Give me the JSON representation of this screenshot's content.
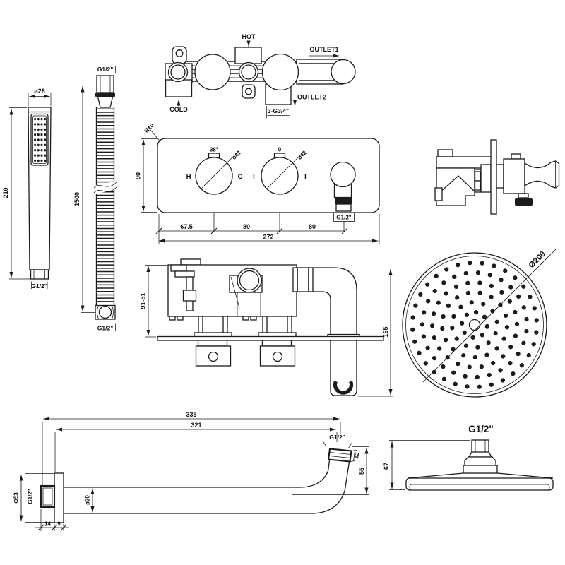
{
  "title": "Thermostatic shower system technical drawing",
  "colors": {
    "background": "#ffffff",
    "line": "#1b1b1b"
  },
  "views": {
    "handshower": {
      "dim_diameter": "ø28",
      "dim_length": "210",
      "dim_thread": "G1/2\""
    },
    "hose": {
      "dim_thread_top": "G1/2\"",
      "dim_length": "1500",
      "dim_thread_bottom": "G1/2\""
    },
    "valve_body": {
      "label_hot": "HOT",
      "label_cold": "COLD",
      "label_outlet1": "OUTLET1",
      "label_outlet2": "OUTLET2",
      "dim_ports": "3-G3/4\""
    },
    "valve_trim": {
      "dim_corner": "R10",
      "dim_height": "90",
      "label_temp": "38°",
      "dim_knob1": "ø42",
      "label_h": "H",
      "label_c": "C",
      "label_zero": "0",
      "dim_knob2": "ø42",
      "label_i1": "I",
      "label_i2": "I",
      "dim_outlet_thread": "G1/2\"",
      "dim_seg1": "67.5",
      "dim_seg2": "80",
      "dim_seg3": "80",
      "dim_total": "272"
    },
    "valve_side": {
      "dim_depth": "91-81",
      "dim_height": "165"
    },
    "head_face": {
      "dim_diameter": "Ø200"
    },
    "arm": {
      "dim_total": "335",
      "dim_length": "321",
      "dim_thread": "G1/2\"",
      "dim_tip": "12",
      "dim_drop": "55",
      "dim_tube": "ø20",
      "dim_flange": "Φ53",
      "dim_wall_thread": "G1/2\"",
      "dim_esc": "14",
      "dim_plate": "9"
    },
    "head_side": {
      "dim_thread": "G1/2\"",
      "dim_height": "67"
    }
  }
}
